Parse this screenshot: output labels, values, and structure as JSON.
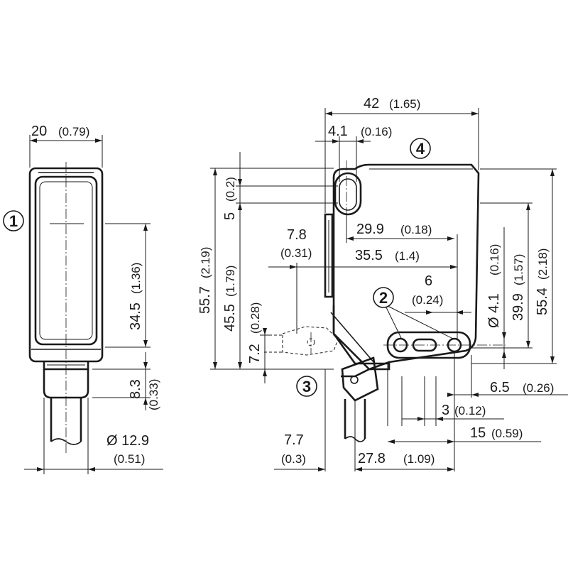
{
  "callouts": [
    "1",
    "2",
    "3",
    "4"
  ],
  "front_view": {
    "width": {
      "mm": "20",
      "in": "(0.79)"
    },
    "height_lens": {
      "mm": "34.5",
      "in": "(1.36)"
    },
    "base": {
      "mm": "8.3",
      "in": "(0.33)"
    },
    "cable_dia": {
      "mm": "Ø 12.9",
      "in": "(0.51)"
    }
  },
  "side_view": {
    "total_width": {
      "mm": "42",
      "in": "(1.65)"
    },
    "slot_width": {
      "mm": "4.1",
      "in": "(0.16)"
    },
    "top_offset": {
      "mm": "5",
      "in": "(0.2)"
    },
    "total_height": {
      "mm": "55.7",
      "in": "(2.19)"
    },
    "height_b": {
      "mm": "45.5",
      "in": "(1.79)"
    },
    "offset_78": {
      "mm": "7.8",
      "in": "(0.31)"
    },
    "dim_299": {
      "mm": "29.9",
      "in": "(0.18)"
    },
    "dim_355": {
      "mm": "35.5",
      "in": "(1.4)"
    },
    "dim_6": {
      "mm": "6",
      "in": "(0.24)"
    },
    "hole_dia": {
      "mm": "Ø 4.1",
      "in": "(0.16)"
    },
    "dim_399": {
      "mm": "39.9",
      "in": "(1.57)"
    },
    "dim_554": {
      "mm": "55.4",
      "in": "(2.18)"
    },
    "dim_72": {
      "mm": "7.2",
      "in": "(0.28)"
    },
    "dim_65": {
      "mm": "6.5",
      "in": "(0.26)"
    },
    "dim_3": {
      "mm": "3",
      "in": "(0.12)"
    },
    "dim_15": {
      "mm": "15",
      "in": "(0.59)"
    },
    "dim_77": {
      "mm": "7.7",
      "in": "(0.3)"
    },
    "dim_278": {
      "mm": "27.8",
      "in": "(1.09)"
    }
  }
}
